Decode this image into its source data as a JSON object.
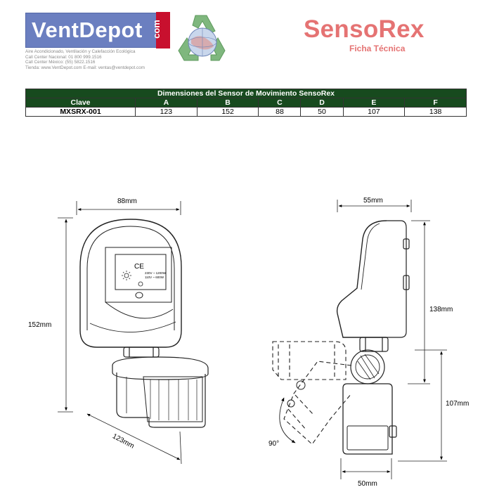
{
  "header": {
    "logo_text": "VentDepot",
    "logo_com": "com",
    "info_lines": [
      "Aire Acondicionado, Ventilación y Calefacción Ecológica",
      "Call Center Nacional: 01 800 999.1516",
      "Call Center México: (55) 5822.1516",
      "Tienda: www.VentDepot.com    E-mail: ventas@ventdepot.com"
    ],
    "brand": "SensoRex",
    "subtitle": "Ficha Técnica"
  },
  "table": {
    "title": "Dimensiones del Sensor de Movimiento SensoRex",
    "columns": [
      "Clave",
      "A",
      "B",
      "C",
      "D",
      "E",
      "F"
    ],
    "rows": [
      [
        "MXSRX-001",
        "123",
        "152",
        "88",
        "50",
        "107",
        "138"
      ]
    ]
  },
  "drawing": {
    "front": {
      "width_top": "88mm",
      "height_left": "152mm",
      "depth_bottom": "123mm",
      "label_ce": "CE",
      "label_spec1": "230V ~ 1200W",
      "label_spec2": "110V ~ 600W"
    },
    "side": {
      "width_top": "55mm",
      "height_upper": "138mm",
      "height_lower": "107mm",
      "width_bottom": "50mm",
      "angle": "90°"
    }
  },
  "colors": {
    "logo_blue": "#6b7fc0",
    "logo_red": "#c8102e",
    "brand_pink": "#e57373",
    "table_green": "#174a1e"
  }
}
